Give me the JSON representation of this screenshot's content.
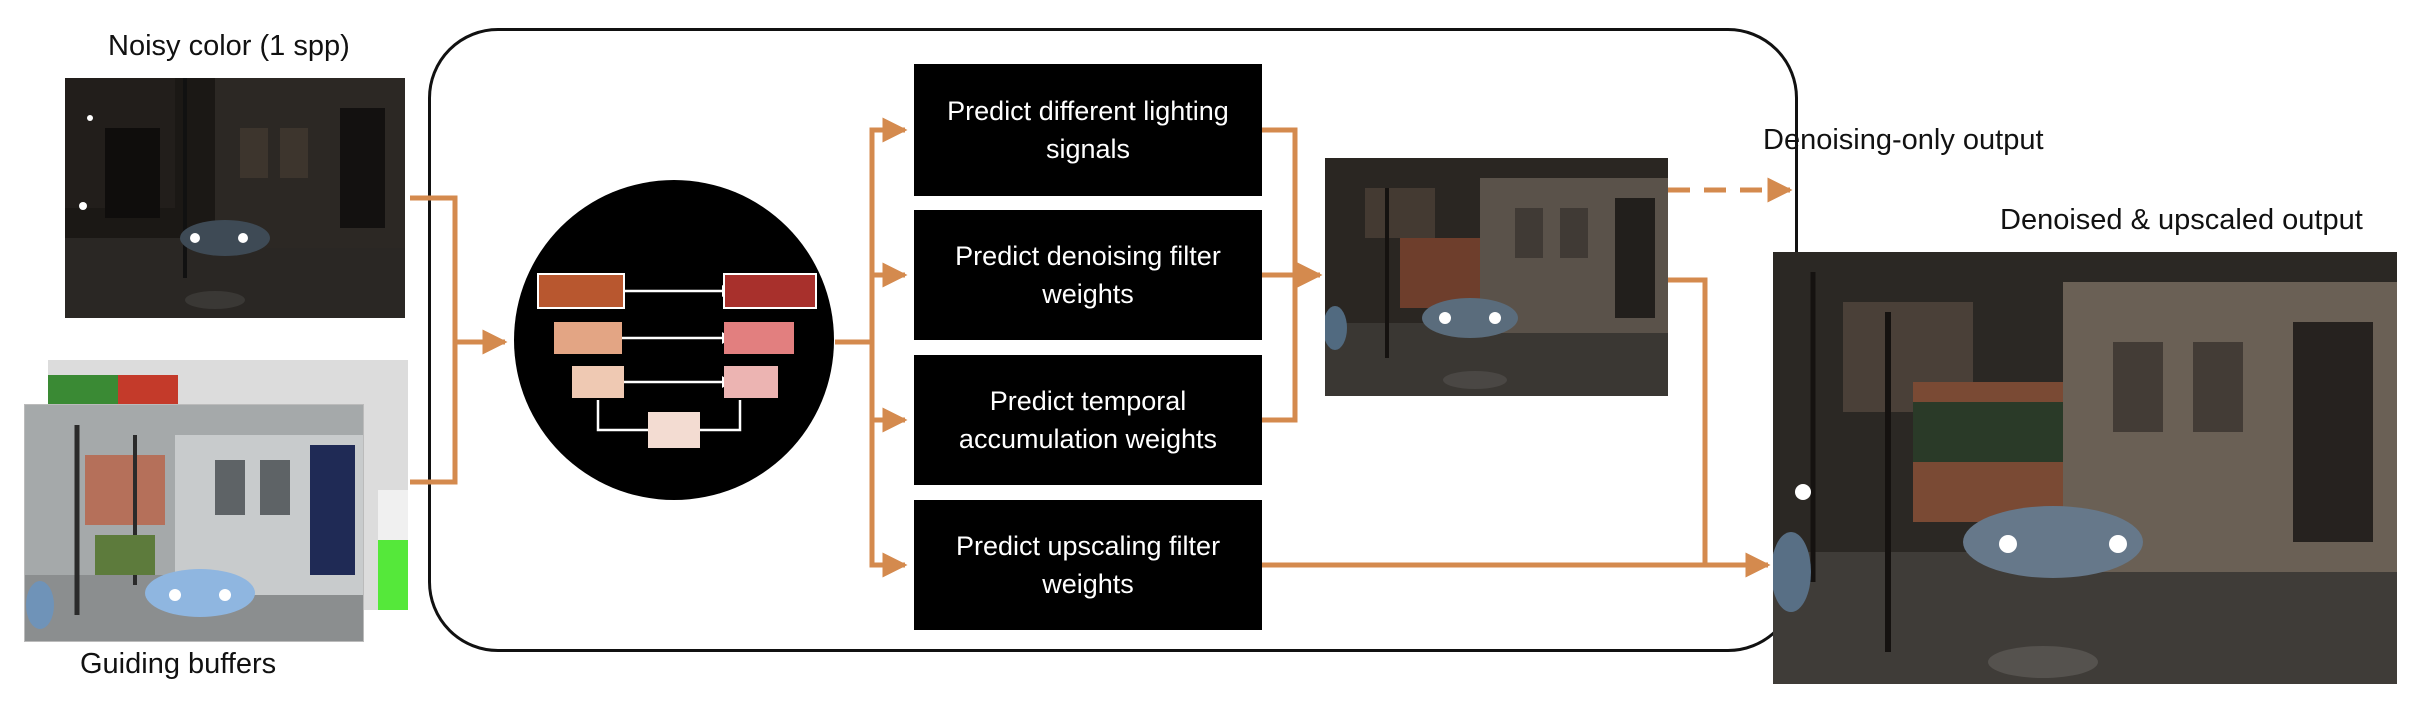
{
  "labels": {
    "noisy_input": "Noisy color (1 spp)",
    "guiding_buffers": "Guiding buffers",
    "denoising_only_output": "Denoising-only output",
    "denoised_upscaled_output": "Denoised & upscaled output"
  },
  "prediction_heads": [
    {
      "text": "Predict different lighting signals"
    },
    {
      "text": "Predict denoising filter weights"
    },
    {
      "text": "Predict temporal accumulation weights"
    },
    {
      "text": "Predict upscaling  filter weights"
    }
  ],
  "colors": {
    "arrow": "#d48a4e",
    "network_background": "#000000",
    "head_background": "#000000",
    "encoder_blocks": [
      "#b8572f",
      "#e3a584",
      "#efc9b3"
    ],
    "decoder_blocks": [
      "#a8302c",
      "#e27f7f",
      "#ecb4b2"
    ],
    "bottleneck_block": "#f3dcd2"
  }
}
